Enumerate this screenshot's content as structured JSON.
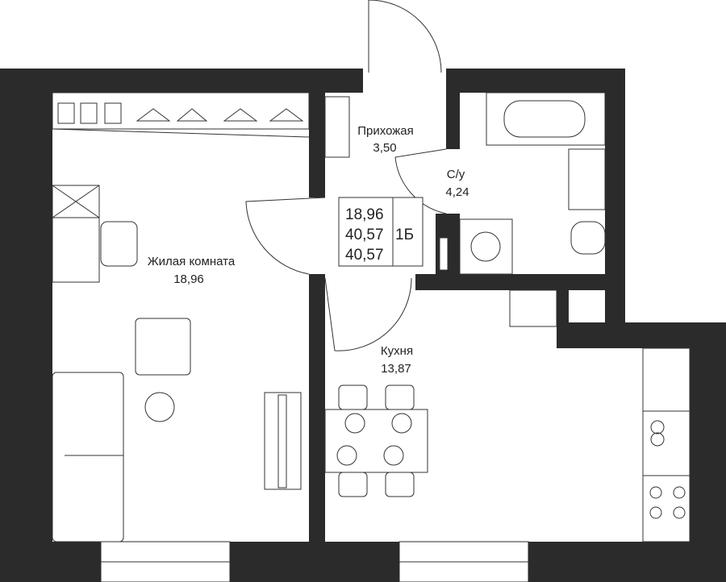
{
  "rooms": {
    "hallway": {
      "name": "Прихожая",
      "area": "3,50"
    },
    "bathroom": {
      "name": "С/у",
      "area": "4,24"
    },
    "living": {
      "name": "Жилая комната",
      "area": "18,96"
    },
    "kitchen": {
      "name": "Кухня",
      "area": "13,87"
    }
  },
  "summary": {
    "living_area": "18,96",
    "total_area": "40,57",
    "total_area_2": "40,57",
    "type": "1Б"
  },
  "colors": {
    "wall": "#2b2b2b",
    "line": "#333333"
  }
}
